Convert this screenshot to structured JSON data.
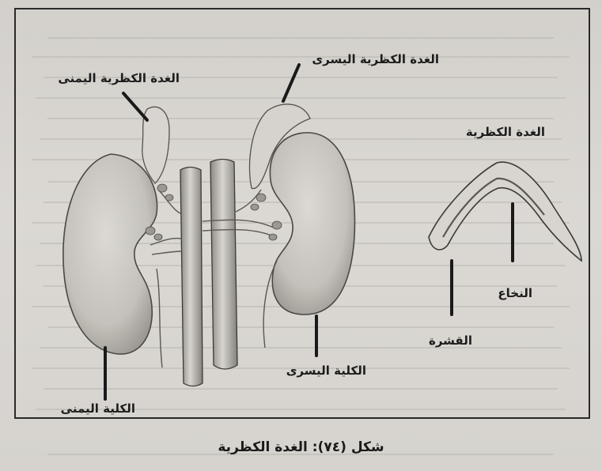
{
  "figure": {
    "labels": {
      "left_adrenal": "الغدة الكظرية اليسرى",
      "right_adrenal": "الغدة الكظرية اليمنى",
      "adrenal_gland": "الغدة الكظرية",
      "medulla": "النخاع",
      "cortex": "القشرة",
      "left_kidney": "الكلية اليسرى",
      "right_kidney": "الكلية اليمنى"
    },
    "caption": "شكل (٧٤): الغدة الكظرية"
  }
}
